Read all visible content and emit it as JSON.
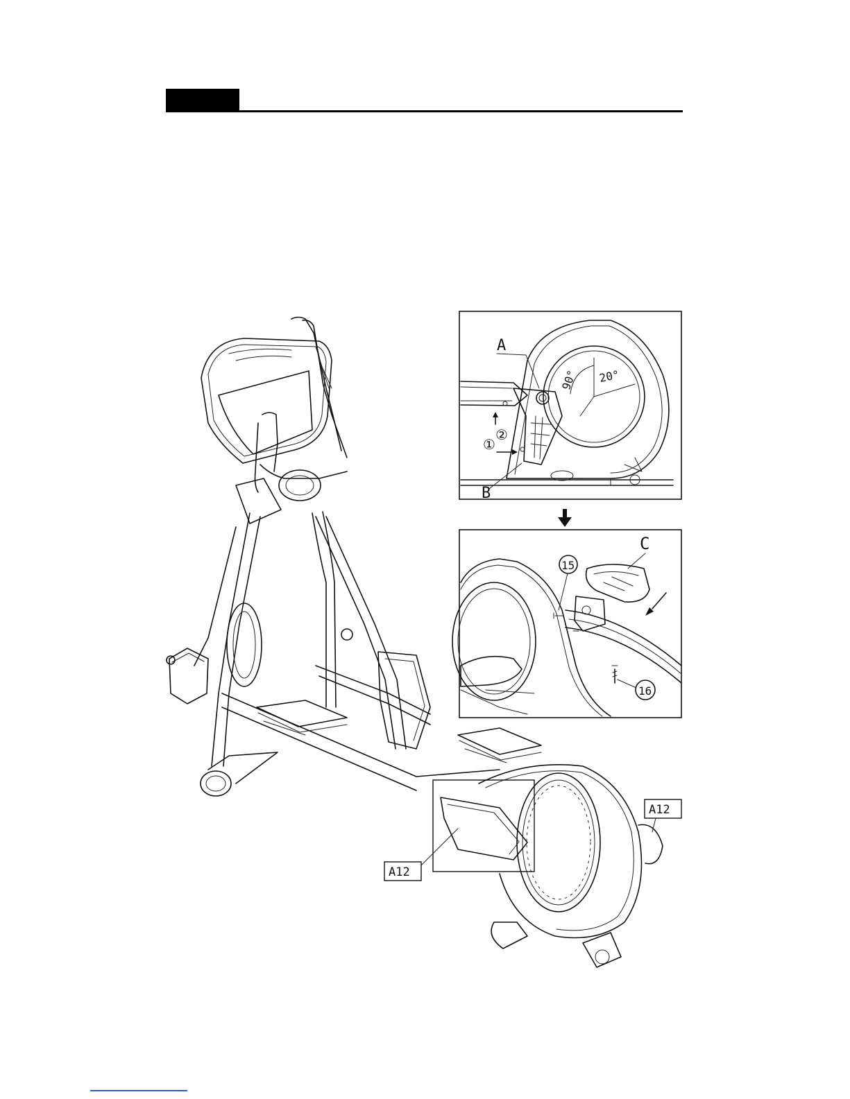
{
  "labels": {
    "a": "A",
    "b": "B",
    "c": "C",
    "step1": "①",
    "step2": "②",
    "angle90": "90°",
    "angle20": "20°",
    "part15": "15",
    "part16": "16",
    "partA12": "A12"
  }
}
